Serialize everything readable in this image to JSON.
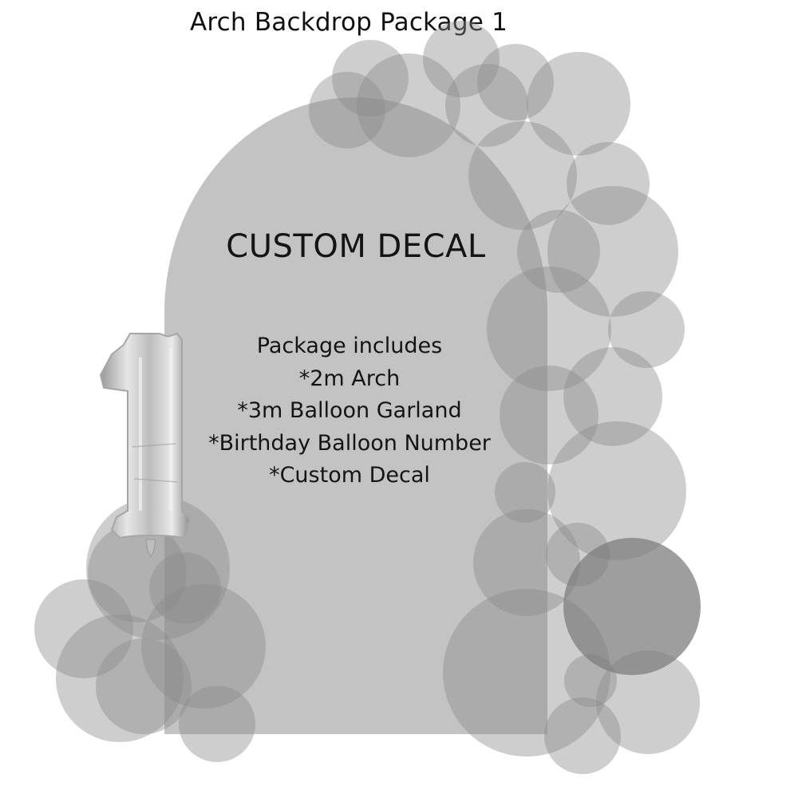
{
  "page": {
    "title": "Arch Backdrop Package 1"
  },
  "arch": {
    "color": "#c3c3c3",
    "decal_title": "CUSTOM DECAL"
  },
  "package": {
    "heading": "Package includes",
    "items": [
      "*2m Arch",
      "*3m Balloon Garland",
      "*Birthday Balloon Number",
      "*Custom Decal"
    ]
  },
  "balloon_number": {
    "digit": "1",
    "color": "#c9c9c9"
  },
  "garland": {
    "balloon_color": "#8a8a8a",
    "dark_balloon_color": "#7e7e7e"
  }
}
